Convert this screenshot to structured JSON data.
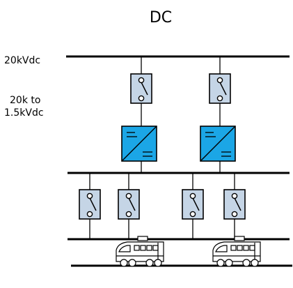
{
  "diagram": {
    "title": "DC",
    "labels": {
      "high_voltage": "20kVdc",
      "conversion_line1": "20k to",
      "conversion_line2": "1.5kVdc"
    },
    "colors": {
      "line": "#000000",
      "switch_fill": "#c5d5e6",
      "converter_fill": "#1ba6e6",
      "train_fill": "#ffffff"
    },
    "components": {
      "upper_switch_count": 2,
      "converter_count": 2,
      "lower_switch_count": 4,
      "train_count": 2
    }
  }
}
